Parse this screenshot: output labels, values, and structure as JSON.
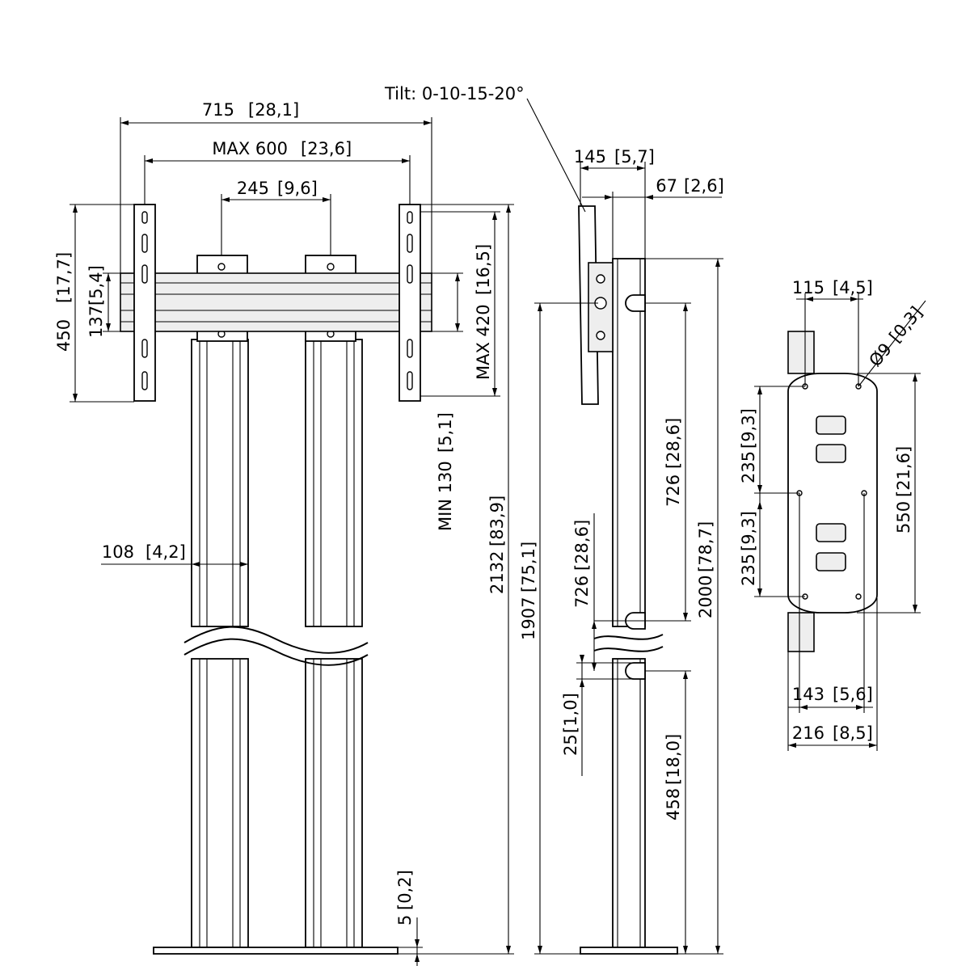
{
  "front_view": {
    "width_overall": {
      "value": "715",
      "inch": "28,1"
    },
    "max_width": {
      "value": "MAX 600",
      "inch": "23,6"
    },
    "column_spacing": {
      "value": "245",
      "inch": "9,6"
    },
    "bracket_height": {
      "value": "450",
      "inch": "17,7"
    },
    "crossbar_height": {
      "value": "137",
      "inch": "5,4"
    },
    "max_height": {
      "value": "MAX 420",
      "inch": "16,5"
    },
    "min_height": {
      "value": "MIN 130",
      "inch": "5,1"
    },
    "total_height": {
      "value": "2132",
      "inch": "83,9"
    },
    "column_width": {
      "value": "108",
      "inch": "4,2"
    },
    "base_plate": {
      "value": "5",
      "inch": "0,2"
    }
  },
  "side_view": {
    "tilt": "Tilt: 0-10-15-20°",
    "depth": {
      "value": "145",
      "inch": "5,7"
    },
    "column_depth": {
      "value": "67",
      "inch": "2,6"
    },
    "mount_height": {
      "value": "1907",
      "inch": "75,1"
    },
    "hook_spacing_upper": {
      "value": "726",
      "inch": "28,6"
    },
    "hook_spacing_lower": {
      "value": "726",
      "inch": "28,6"
    },
    "column_height": {
      "value": "2000",
      "inch": "78,7"
    },
    "gap": {
      "value": "25",
      "inch": "1,0"
    },
    "bottom_hook": {
      "value": "458",
      "inch": "18,0"
    }
  },
  "plate_view": {
    "hole_offset": {
      "value": "115",
      "inch": "4,5"
    },
    "hole_diameter": {
      "value": "Ø9",
      "inch": "0,3"
    },
    "upper_spacing": {
      "value": "235",
      "inch": "9,3"
    },
    "lower_spacing": {
      "value": "235",
      "inch": "9,3"
    },
    "plate_height": {
      "value": "550",
      "inch": "21,6"
    },
    "hole_spacing": {
      "value": "143",
      "inch": "5,6"
    },
    "plate_width": {
      "value": "216",
      "inch": "8,5"
    }
  }
}
